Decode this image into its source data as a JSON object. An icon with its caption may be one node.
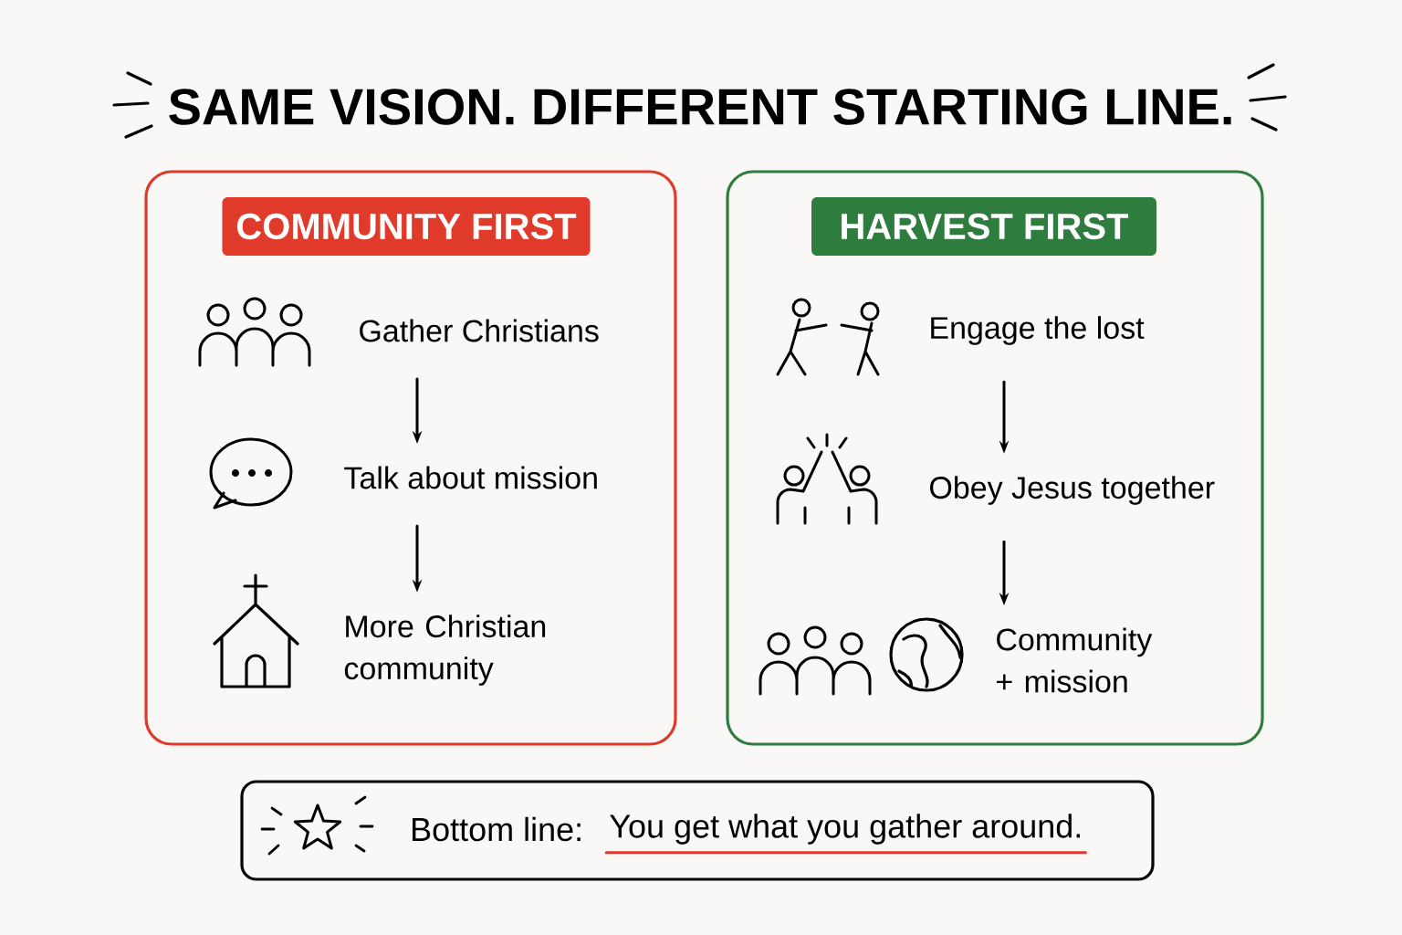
{
  "diagram": {
    "title": "SAME VISION. DIFFERENT STARTING LINE.",
    "nodes": [
      {
        "text": [
          "COMMUNITY FIRST"
        ]
      },
      {
        "text": [
          "Gather Christians"
        ],
        "in": 0
      },
      {
        "text": [
          "Talk about mission"
        ],
        "in": 0
      },
      {
        "text": [
          "More Christian community"
        ],
        "in": 0
      },
      {
        "text": [
          "HARVEST FIRST"
        ]
      },
      {
        "text": [
          "Engage the lost"
        ],
        "in": 4
      },
      {
        "text": [
          "Obey Jesus together"
        ],
        "in": 4
      },
      {
        "text": [
          "Community + mission"
        ],
        "in": 4
      },
      {
        "text": [
          "Bottom line:",
          "You get what you gather around."
        ]
      }
    ],
    "edges": [
      {
        "from": 1,
        "to": 2,
        "arrow": "to"
      },
      {
        "from": 2,
        "to": 3,
        "arrow": "to"
      },
      {
        "from": 5,
        "to": 6,
        "arrow": "to"
      },
      {
        "from": 6,
        "to": 7,
        "arrow": "to"
      }
    ]
  }
}
